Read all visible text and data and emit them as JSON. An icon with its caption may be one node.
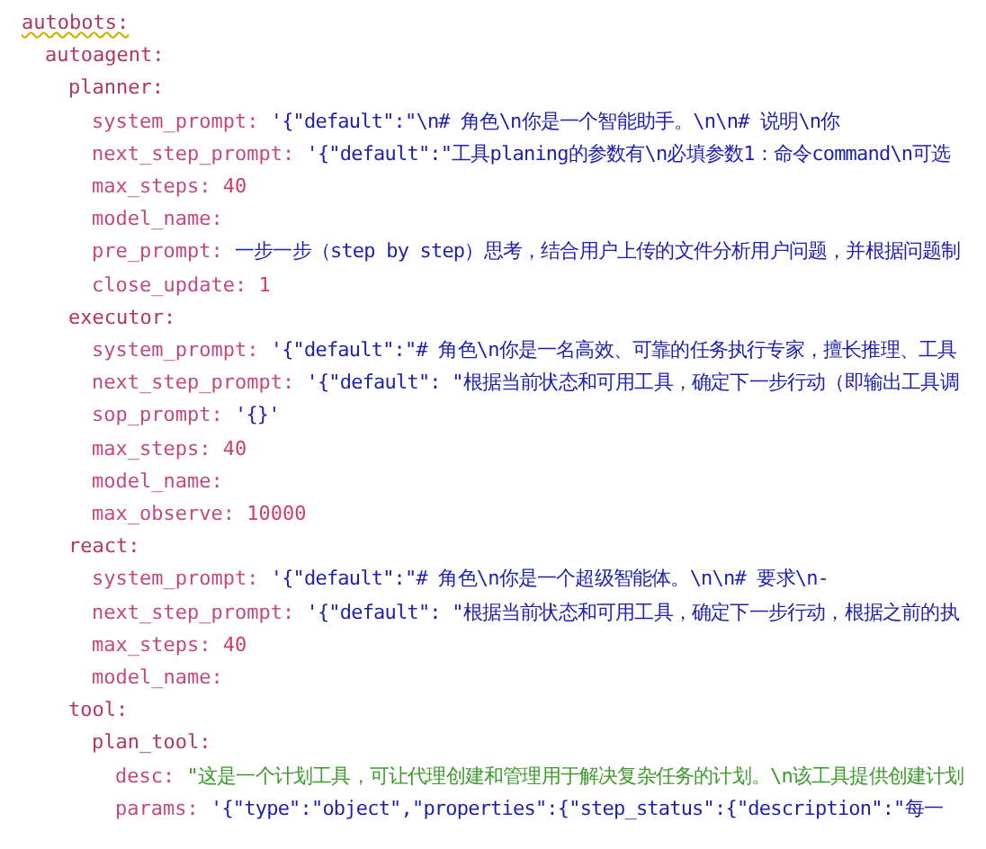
{
  "diagram": {
    "nodes": [
      {
        "text": [
          "autobots:"
        ]
      },
      {
        "text": [
          "autoagent:"
        ],
        "in": 0
      },
      {
        "text": [
          "planner:"
        ],
        "in": 1
      },
      {
        "text": [
          "system_prompt:",
          "'{\"default\":\"\\n# 角色\\n你是一个智能助手。\\n\\n# 说明\\n你"
        ],
        "in": 2
      },
      {
        "text": [
          "next_step_prompt:",
          "'{\"default\":\"工具planing的参数有\\n必填参数1：命令command\\n可选"
        ],
        "in": 2
      },
      {
        "text": [
          "max_steps:",
          "40"
        ],
        "in": 2
      },
      {
        "text": [
          "model_name:"
        ],
        "in": 2
      },
      {
        "text": [
          "pre_prompt:",
          "一步一步（step by step）思考，结合用户上传的文件分析用户问题，并根据问题制"
        ],
        "in": 2
      },
      {
        "text": [
          "close_update:",
          "1"
        ],
        "in": 2
      },
      {
        "text": [
          "executor:"
        ],
        "in": 1
      },
      {
        "text": [
          "system_prompt:",
          "'{\"default\":\"# 角色\\n你是一名高效、可靠的任务执行专家，擅长推理、工具"
        ],
        "in": 9
      },
      {
        "text": [
          "next_step_prompt:",
          "'{\"default\": \"根据当前状态和可用工具，确定下一步行动（即输出工具调"
        ],
        "in": 9
      },
      {
        "text": [
          "sop_prompt:",
          "'{}'"
        ],
        "in": 9
      },
      {
        "text": [
          "max_steps:",
          "40"
        ],
        "in": 9
      },
      {
        "text": [
          "model_name:"
        ],
        "in": 9
      },
      {
        "text": [
          "max_observe:",
          "10000"
        ],
        "in": 9
      },
      {
        "text": [
          "react:"
        ],
        "in": 1
      },
      {
        "text": [
          "system_prompt:",
          "'{\"default\":\"# 角色\\n你是一个超级智能体。\\n\\n# 要求\\n-"
        ],
        "in": 16
      },
      {
        "text": [
          "next_step_prompt:",
          "'{\"default\": \"根据当前状态和可用工具，确定下一步行动，根据之前的执"
        ],
        "in": 16
      },
      {
        "text": [
          "max_steps:",
          "40"
        ],
        "in": 16
      },
      {
        "text": [
          "model_name:"
        ],
        "in": 16
      },
      {
        "text": [
          "tool:"
        ],
        "in": 1
      },
      {
        "text": [
          "plan_tool:"
        ],
        "in": 21
      },
      {
        "text": [
          "desc:",
          "\"这是一个计划工具，可让代理创建和管理用于解决复杂任务的计划。\\n该工具提供创建计划"
        ],
        "in": 22
      },
      {
        "text": [
          "params:",
          "'{\"type\":\"object\",\"properties\":{\"step_status\":{\"description\":\"每一"
        ],
        "in": 22
      }
    ]
  }
}
